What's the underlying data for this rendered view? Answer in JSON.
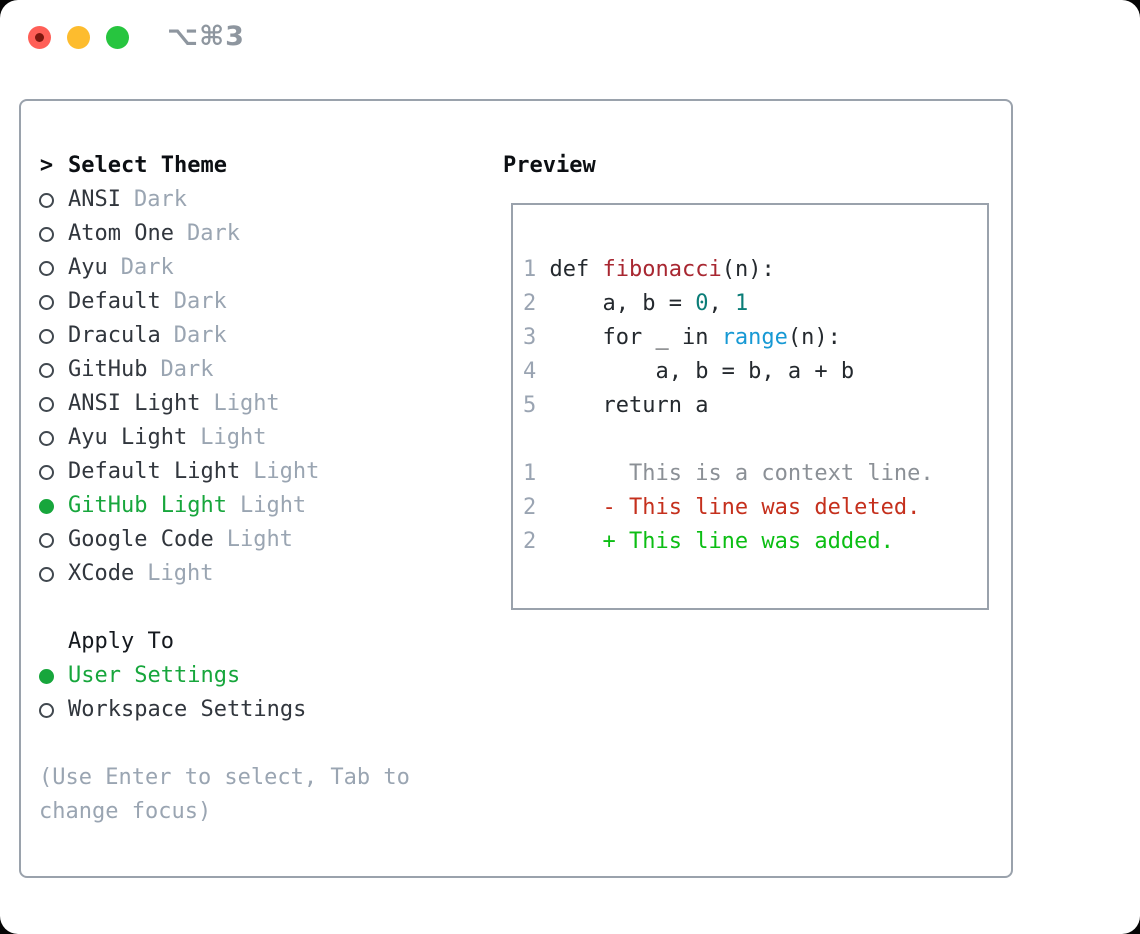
{
  "window": {
    "title": "⌥⌘3",
    "traffic_lights": [
      {
        "name": "close",
        "color": "#ff5f57"
      },
      {
        "name": "minimize",
        "color": "#fdbc2e"
      },
      {
        "name": "zoom",
        "color": "#27c53f"
      }
    ]
  },
  "theme_panel": {
    "header_prefix": ">",
    "header": "Select Theme",
    "themes": [
      {
        "name": "ANSI",
        "variant": "Dark",
        "selected": false
      },
      {
        "name": "Atom One",
        "variant": "Dark",
        "selected": false
      },
      {
        "name": "Ayu",
        "variant": "Dark",
        "selected": false
      },
      {
        "name": "Default",
        "variant": "Dark",
        "selected": false
      },
      {
        "name": "Dracula",
        "variant": "Dark",
        "selected": false
      },
      {
        "name": "GitHub",
        "variant": "Dark",
        "selected": false
      },
      {
        "name": "ANSI Light",
        "variant": "Light",
        "selected": false
      },
      {
        "name": "Ayu Light",
        "variant": "Light",
        "selected": false
      },
      {
        "name": "Default Light",
        "variant": "Light",
        "selected": false
      },
      {
        "name": "GitHub Light",
        "variant": "Light",
        "selected": true
      },
      {
        "name": "Google Code",
        "variant": "Light",
        "selected": false
      },
      {
        "name": "XCode",
        "variant": "Light",
        "selected": false
      }
    ],
    "apply_to": {
      "header": "Apply To",
      "options": [
        {
          "label": "User Settings",
          "selected": true
        },
        {
          "label": "Workspace Settings",
          "selected": false
        }
      ]
    },
    "hint": "(Use Enter to select, Tab to change focus)"
  },
  "preview": {
    "header": "Preview",
    "lines": [
      [
        {
          "t": "1 ",
          "c": "ln"
        },
        {
          "t": "def ",
          "c": "fg"
        },
        {
          "t": "fibonacci",
          "c": "fn"
        },
        {
          "t": "(n):",
          "c": "fg"
        }
      ],
      [
        {
          "t": "2 ",
          "c": "ln"
        },
        {
          "t": "    a, b = ",
          "c": "fg"
        },
        {
          "t": "0",
          "c": "num"
        },
        {
          "t": ", ",
          "c": "fg"
        },
        {
          "t": "1",
          "c": "num"
        }
      ],
      [
        {
          "t": "3 ",
          "c": "ln"
        },
        {
          "t": "    for _ in ",
          "c": "fg"
        },
        {
          "t": "range",
          "c": "bi"
        },
        {
          "t": "(n):",
          "c": "fg"
        }
      ],
      [
        {
          "t": "4 ",
          "c": "ln"
        },
        {
          "t": "        a, b = b, a + b",
          "c": "fg"
        }
      ],
      [
        {
          "t": "5 ",
          "c": "ln"
        },
        {
          "t": "    return a",
          "c": "fg"
        }
      ],
      [],
      [
        {
          "t": "1 ",
          "c": "ln"
        },
        {
          "t": "      This is a context line.",
          "c": "ctx"
        }
      ],
      [
        {
          "t": "2 ",
          "c": "ln"
        },
        {
          "t": "    - This line was deleted.",
          "c": "del"
        }
      ],
      [
        {
          "t": "2 ",
          "c": "ln"
        },
        {
          "t": "    + This line was added.",
          "c": "add"
        }
      ]
    ]
  },
  "colors": {
    "accent_green": "#17a63c",
    "diff_added": "#0cbe14",
    "diff_deleted": "#c5301d",
    "function_red": "#a82731",
    "number_teal": "#0b7d78",
    "builtin_blue": "#1799d4",
    "muted_gray": "#9aa5b2",
    "border_gray": "#9aa2ac"
  }
}
